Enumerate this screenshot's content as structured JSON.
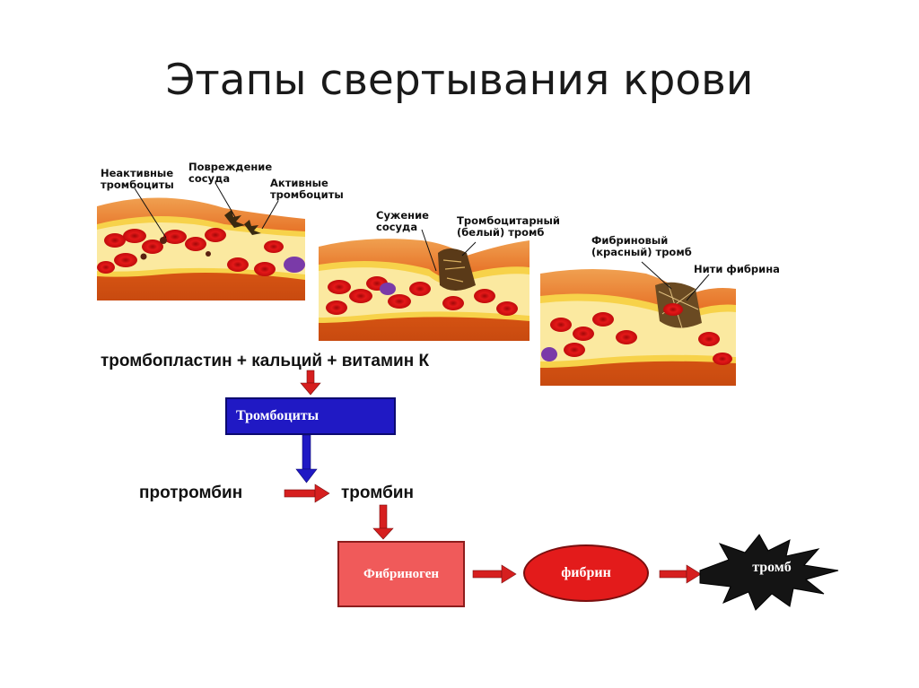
{
  "title": "Этапы свертывания крови",
  "panel1": {
    "label_inactive": "Неактивные\nтромбоциты",
    "label_damage": "Повреждение\nсосуда",
    "label_active": "Активные\nтромбоциты"
  },
  "panel2": {
    "label_narrowing": "Сужение\nсосуда",
    "label_white_clot": "Тромбоцитарный\n(белый) тромб"
  },
  "panel3": {
    "label_red_clot": "Фибриновый\n(красный) тромб",
    "label_fibrin_threads": "Нити фибрина"
  },
  "flow": {
    "equation": "тромбопластин + кальций + витамин К",
    "platelets_box": "Тромбоциты",
    "prothrombin": "протромбин",
    "thrombin": "тромбин",
    "fibrinogen": "Фибриноген",
    "fibrin": "фибрин",
    "clot": "тромб"
  },
  "colors": {
    "vessel_wall": "#e8641c",
    "vessel_inner": "#f7d24a",
    "blood_cell": "#d41212",
    "blue_box": "#2019c4",
    "pink_box": "#f05a5a",
    "arrow_red": "#d61f1f"
  }
}
